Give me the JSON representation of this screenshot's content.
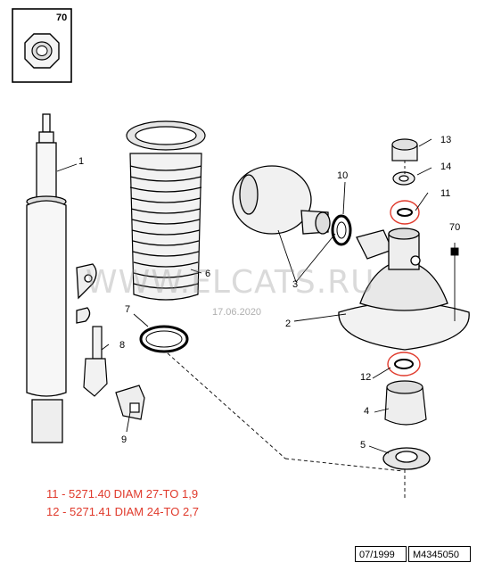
{
  "inset": {
    "label": "70"
  },
  "callouts": [
    "1",
    "2",
    "3",
    "4",
    "5",
    "6",
    "7",
    "8",
    "9",
    "10",
    "11",
    "12",
    "13",
    "14",
    "70"
  ],
  "watermark": "WWW.ELCATS.RU",
  "watermark_date": "17.06.2020",
  "notes": [
    "11 - 5271.40 DIAM 27-TO 1,9",
    "12 - 5271.41 DIAM 24-TO 2,7"
  ],
  "footer": {
    "date": "07/1999",
    "ref": "M4345050"
  },
  "colors": {
    "highlight": "#e03a2c",
    "line": "#000000"
  }
}
